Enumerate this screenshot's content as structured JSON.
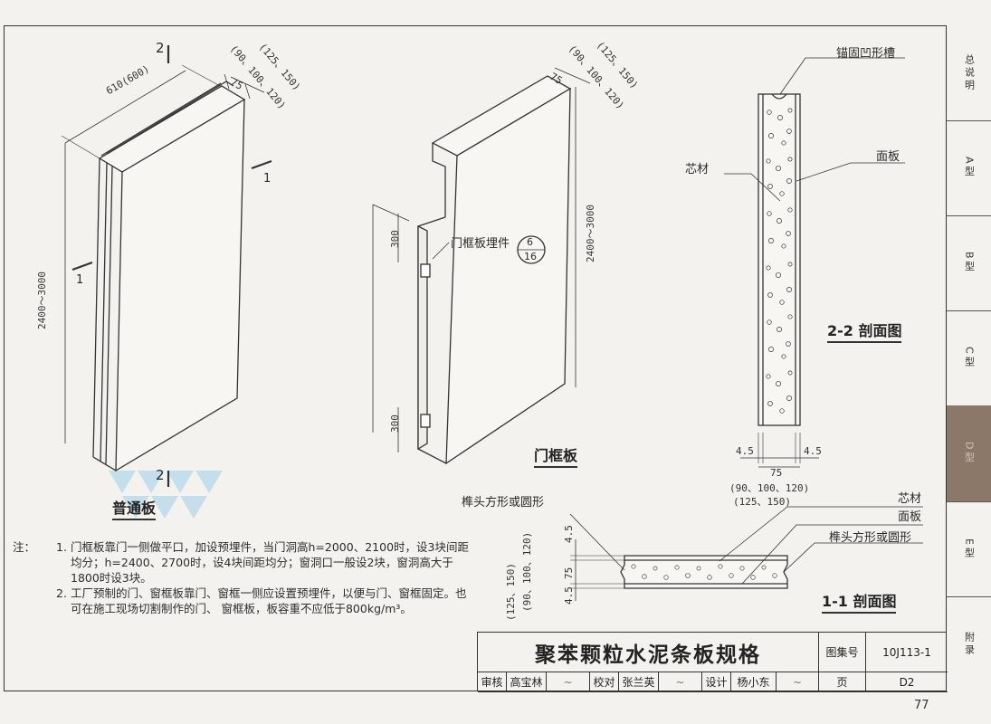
{
  "views": {
    "ordinary_panel": {
      "caption": "普通板",
      "width_dim": "610(600)",
      "height_dim": "2400～3000",
      "thickness_dim": "75",
      "thickness_options_1": "(90、100、120)",
      "thickness_options_2": "(125、150)",
      "section_mark_top": "2",
      "section_mark_bottom": "2",
      "section_mark_left": "1",
      "section_mark_right": "1"
    },
    "door_frame_panel": {
      "caption": "门框板",
      "height_dim": "2400～3000",
      "embed_label": "门框板埋件",
      "embed_ref_top": "6",
      "embed_ref_bottom": "16",
      "embed_top_dim": "300",
      "embed_bottom_dim": "300",
      "thickness_dim": "75",
      "thickness_options_1": "(90、100、120)",
      "thickness_options_2": "(125、150)"
    },
    "section_2_2": {
      "caption": "2-2 剖面图",
      "label_groove": "锚固凹形槽",
      "label_core": "芯材",
      "label_face": "面板",
      "dim_left": "4.5",
      "dim_right": "4.5",
      "dim_total": "75",
      "dim_options_1": "(90、100、120)",
      "dim_options_2": "(125、150)"
    },
    "section_1_1": {
      "caption": "1-1 剖面图",
      "label_tenon_left": "榫头方形或圆形",
      "label_core": "芯材",
      "label_face": "面板",
      "label_tenon_right": "榫头方形或圆形",
      "dim_top": "4.5",
      "dim_mid": "75",
      "dim_bottom": "4.5",
      "dim_options_1": "(90、100、120)",
      "dim_options_2": "(125、150)"
    }
  },
  "notes": {
    "lead": "注：",
    "items": [
      {
        "num": "1.",
        "text": "门框板靠门一侧做平口，加设预埋件，当门洞高h=2000、2100时，设3块间距均分；h=2400、2700时，设4块间距均分；窗洞口一般设2块，窗洞高大于1800时设3块。"
      },
      {
        "num": "2.",
        "text": "工厂预制的门、窗框板靠门、窗框一侧应设置预埋件，以便与门、窗框固定。也可在施工现场切割制作的门、 窗框板，板容重不应低于800kg/m³。"
      }
    ]
  },
  "title_block": {
    "title": "聚苯颗粒水泥条板规格",
    "atlas_no_label": "图集号",
    "atlas_no": "10J113-1",
    "review_label": "审核",
    "reviewer": "高宝林",
    "check_label": "校对",
    "checker": "张兰英",
    "design_label": "设计",
    "designer": "杨小东",
    "page_label": "页",
    "page_code": "D2"
  },
  "side_tabs": [
    {
      "label": "总说明",
      "active": false
    },
    {
      "label": "A型",
      "active": false
    },
    {
      "label": "B型",
      "active": false
    },
    {
      "label": "C型",
      "active": false
    },
    {
      "label": "D型",
      "active": true
    },
    {
      "label": "E型",
      "active": false
    },
    {
      "label": "附录",
      "active": false
    }
  ],
  "page_number": "77",
  "colors": {
    "paper": "#f3f2ee",
    "ink": "#2a2a2a",
    "active_tab": "#8c7868",
    "watermark": "#9fd1ea"
  }
}
